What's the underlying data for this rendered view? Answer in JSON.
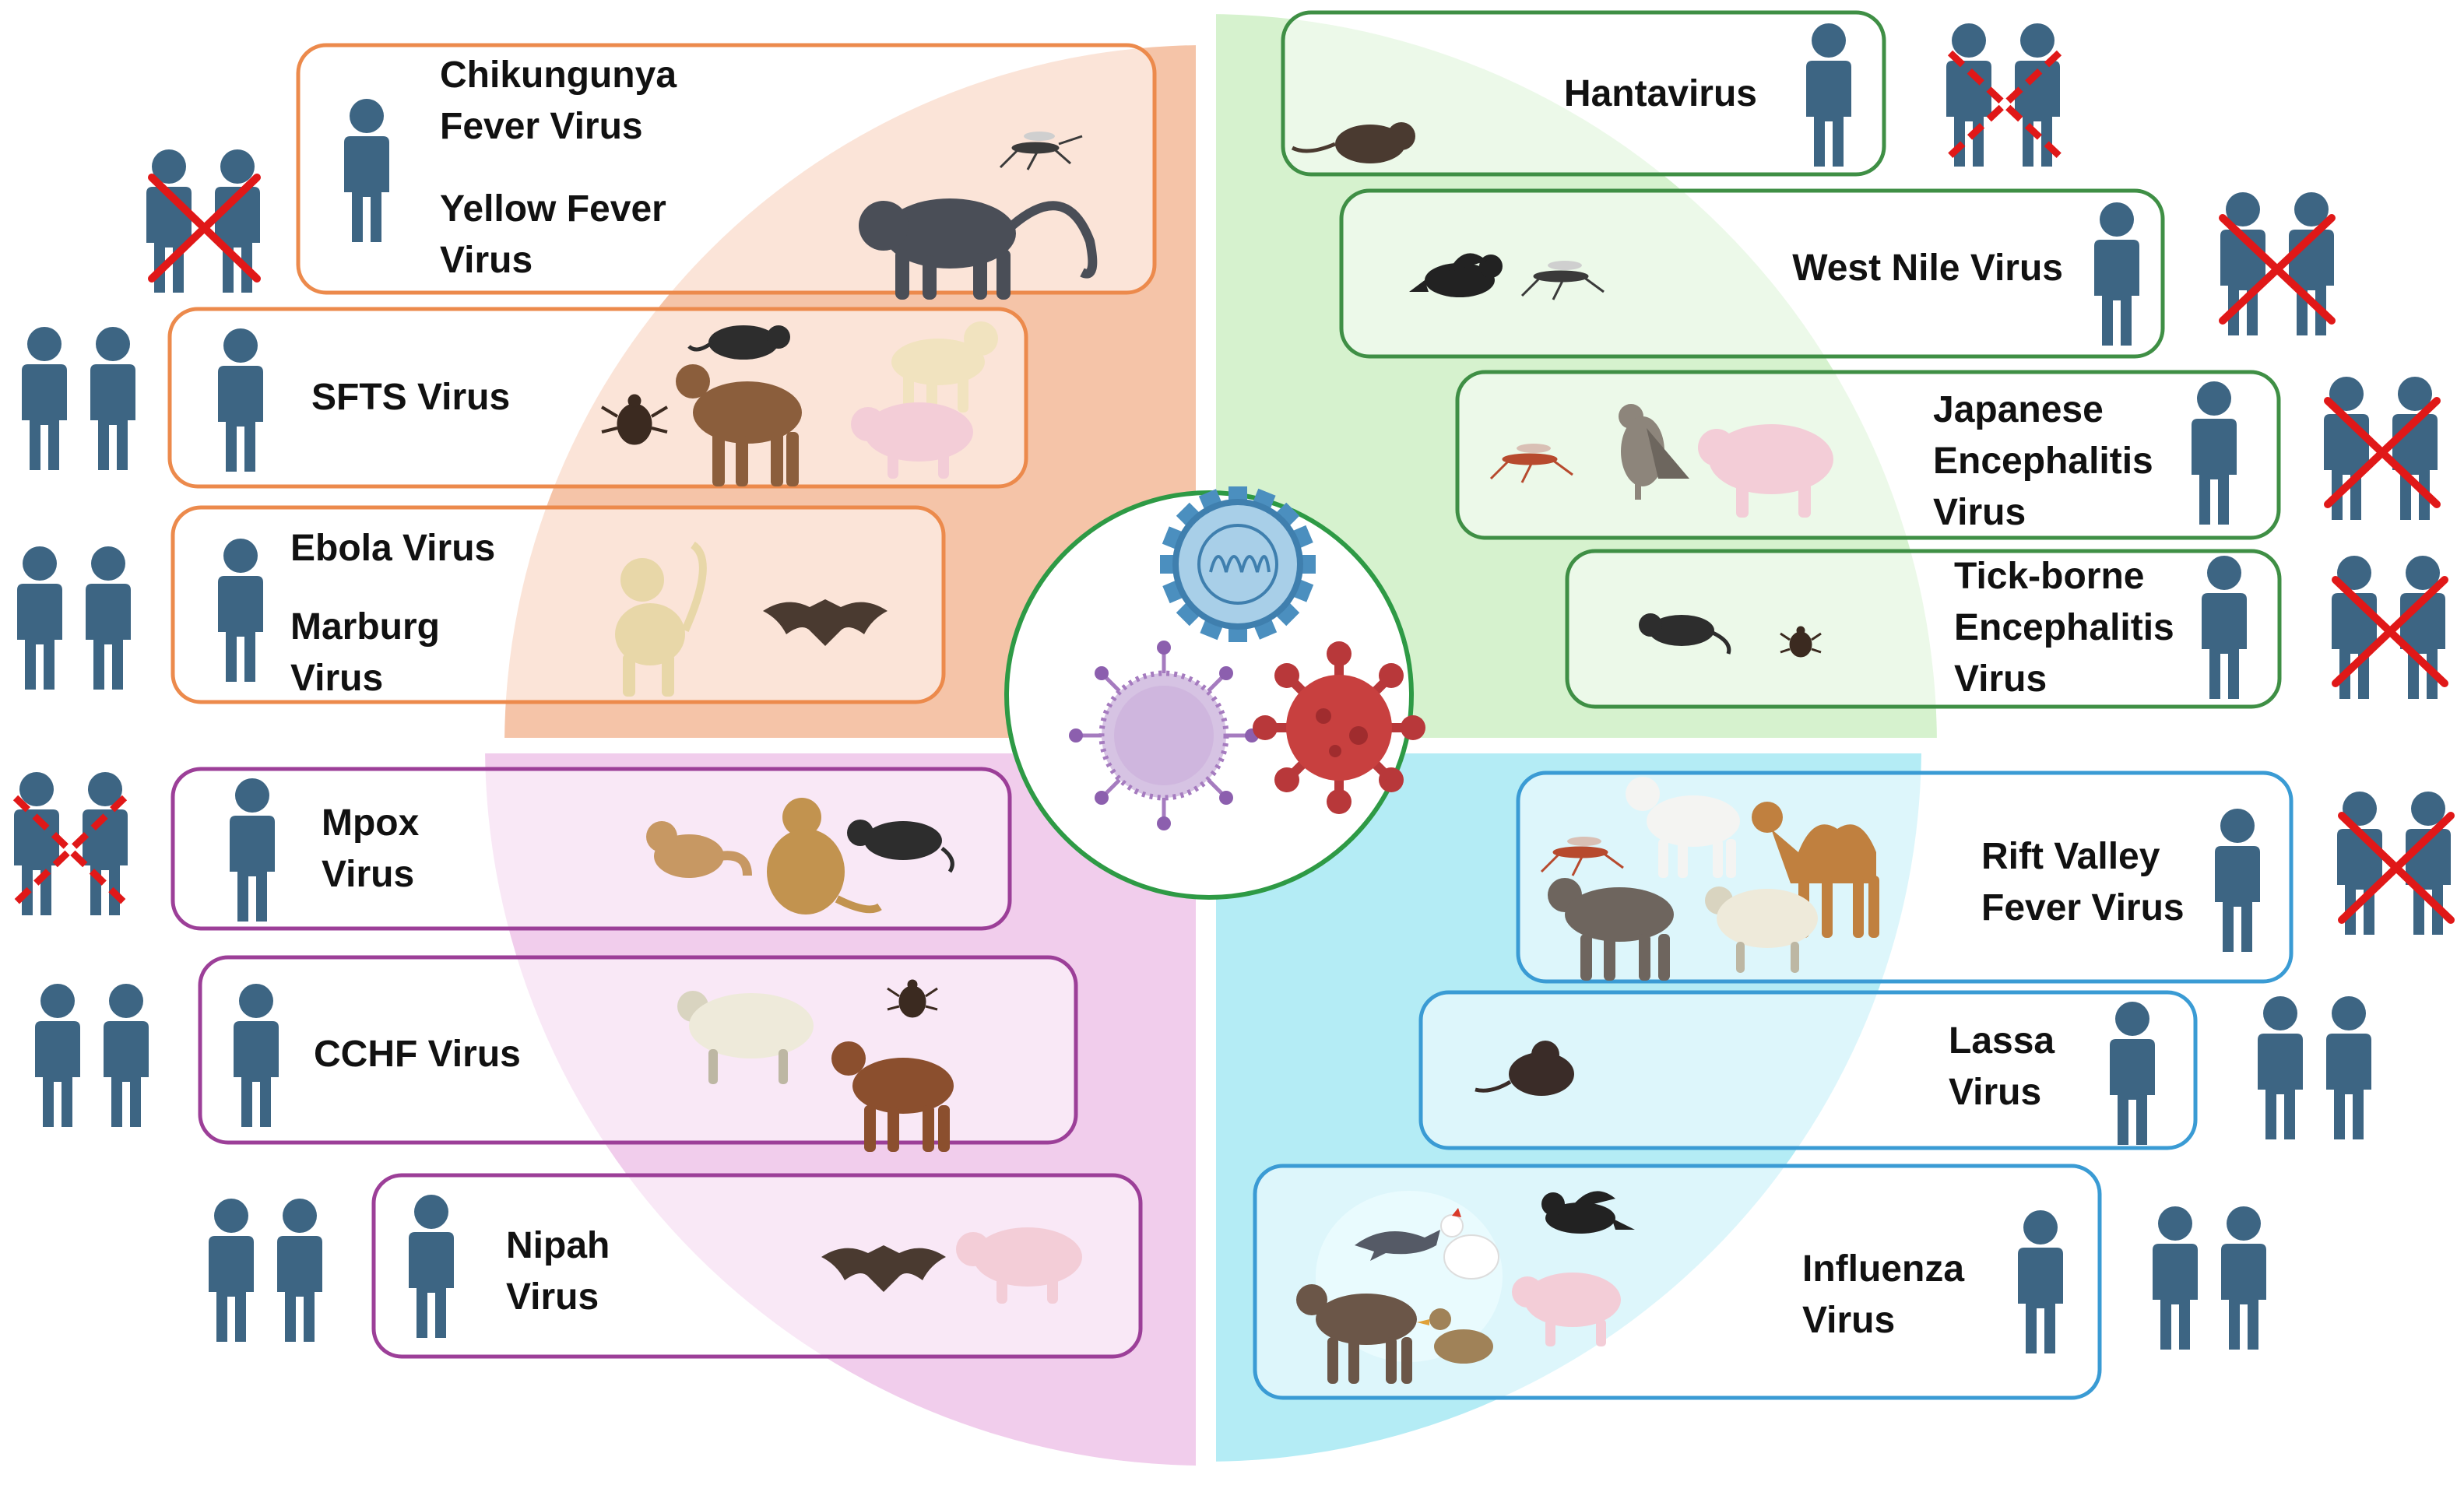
{
  "colors": {
    "orange_quadrant": "#f5c4a8",
    "orange_border": "#ec8a4c",
    "green_quadrant": "#d6f2ce",
    "green_border": "#3f8f45",
    "pink_quadrant": "#f1cdec",
    "pink_border": "#9c3f98",
    "blue_quadrant": "#b4ecf5",
    "blue_border": "#3a9bd4",
    "human": "#3d6583",
    "cross": "#e01818",
    "center_border": "#2e9a45"
  },
  "viruses": {
    "chikungunya": [
      "Chikungunya",
      "Fever Virus"
    ],
    "yellow_fever": [
      "Yellow Fever",
      "Virus"
    ],
    "sfts": [
      "SFTS Virus"
    ],
    "ebola": [
      "Ebola Virus"
    ],
    "marburg": [
      "Marburg",
      "Virus"
    ],
    "mpox": [
      "Mpox",
      "Virus"
    ],
    "cchf": [
      "CCHF Virus"
    ],
    "nipah": [
      "Nipah",
      "Virus"
    ],
    "hantavirus": [
      "Hantavirus"
    ],
    "west_nile": [
      "West Nile Virus"
    ],
    "japanese_encephalitis": [
      "Japanese",
      "Encephalitis",
      "Virus"
    ],
    "tick_borne": [
      "Tick-borne",
      "Encephalitis",
      "Virus"
    ],
    "rift_valley": [
      "Rift Valley",
      "Fever Virus"
    ],
    "lassa": [
      "Lassa",
      "Virus"
    ],
    "influenza": [
      "Influenza",
      "Virus"
    ]
  },
  "human_transmission": {
    "chikungunya_yellow_fever": "none",
    "sfts": "yes",
    "ebola_marburg": "yes",
    "mpox": "limited",
    "cchf": "yes",
    "nipah": "yes",
    "hantavirus": "limited",
    "west_nile": "none",
    "japanese_encephalitis": "none",
    "tick_borne": "none",
    "rift_valley": "none",
    "lassa": "yes",
    "influenza": "yes"
  },
  "icons": {
    "human": "person-icon",
    "person_pair": "person-pair-icon",
    "no_transmission": "red-cross-icon",
    "limited_transmission": "dashed-red-cross-icon",
    "virus": "virus-icon",
    "animals": [
      "mosquito-icon",
      "monkey-icon",
      "rat-icon",
      "tick-icon",
      "goat-icon",
      "dog-icon",
      "pig-icon",
      "bat-icon",
      "chipmunk-icon",
      "sheep-icon",
      "crow-icon",
      "falcon-icon",
      "camel-icon",
      "donkey-icon",
      "dolphin-icon",
      "chicken-icon",
      "horse-icon",
      "duck-icon"
    ]
  }
}
